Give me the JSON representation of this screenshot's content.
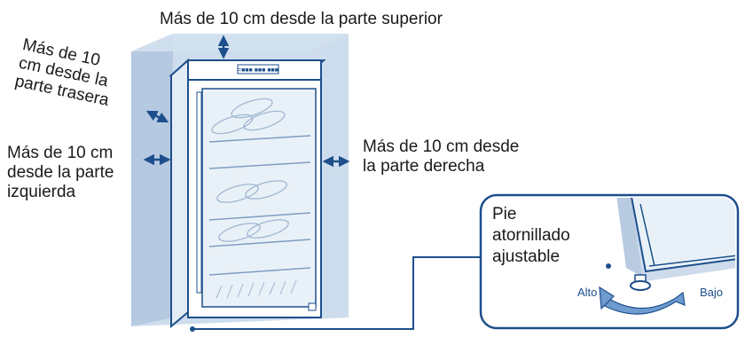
{
  "labels": {
    "top": "Más de 10 cm desde la parte superior",
    "back": [
      "Más de 10",
      "cm desde la",
      "parte trasera"
    ],
    "left": [
      "Más de 10 cm",
      "desde la parte",
      "izquierda"
    ],
    "right": [
      "Más de 10 cm desde",
      "la parte derecha"
    ],
    "foot": [
      "Pie",
      "atornillado",
      "ajustable"
    ],
    "high": "Alto",
    "low": "Bajo"
  },
  "panel_text": "=■■■ ■■■ ■■■",
  "colors": {
    "clearance_zone": "#bcd0e6",
    "cabinet_outline": "#1d4f8c",
    "glass": "#e9f1f8",
    "text": "#1a1a1a",
    "accent": "#1d4f8c"
  }
}
